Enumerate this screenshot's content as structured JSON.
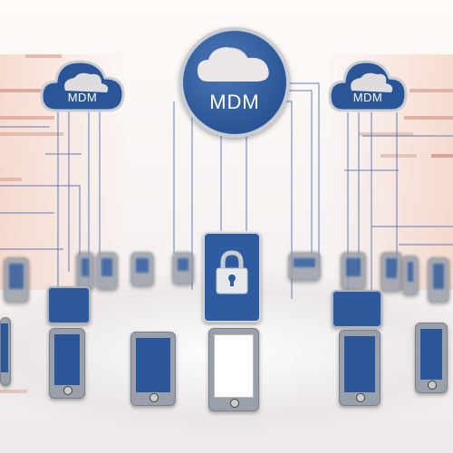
{
  "hub": {
    "label": "MDM"
  },
  "cloud_left": {
    "label": "MDM"
  },
  "cloud_right": {
    "label": "MDM"
  },
  "colors": {
    "accent_blue": "#2a5596",
    "device_screen": "#2b579a",
    "device_frame": "#9aa0aa",
    "wire_blue": "#3c64b4",
    "warm_glow": "#f4c4b0"
  },
  "icons": [
    "cloud-icon",
    "padlock-icon",
    "phone-icon",
    "tablet-icon"
  ]
}
